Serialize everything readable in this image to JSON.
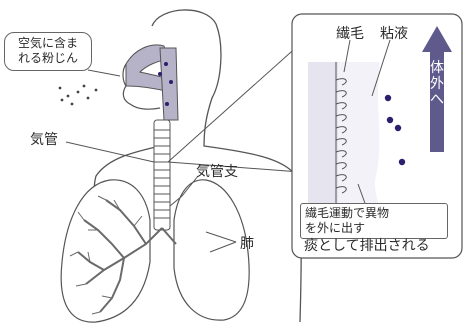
{
  "labels": {
    "airborne_dust": [
      "空気に含ま",
      "れる粉じん"
    ],
    "trachea": "気管",
    "bronchus": "気管支",
    "lung": "肺",
    "cilia": "繊毛",
    "mucus": "粘液",
    "out_of_body": "体外へ",
    "ciliary_movement": [
      "繊毛運動で異物",
      "を外に出す"
    ],
    "expelled_as_phlegm": "痰として排出される"
  },
  "colors": {
    "outline": "#555555",
    "airway_fill": "#b6b2c8",
    "mucus_dot": "#2a1f6e",
    "arrow": "#5f5a8c",
    "inset_bg": "#e6e5ef",
    "bronchial_tree": "#6a6a6a"
  }
}
